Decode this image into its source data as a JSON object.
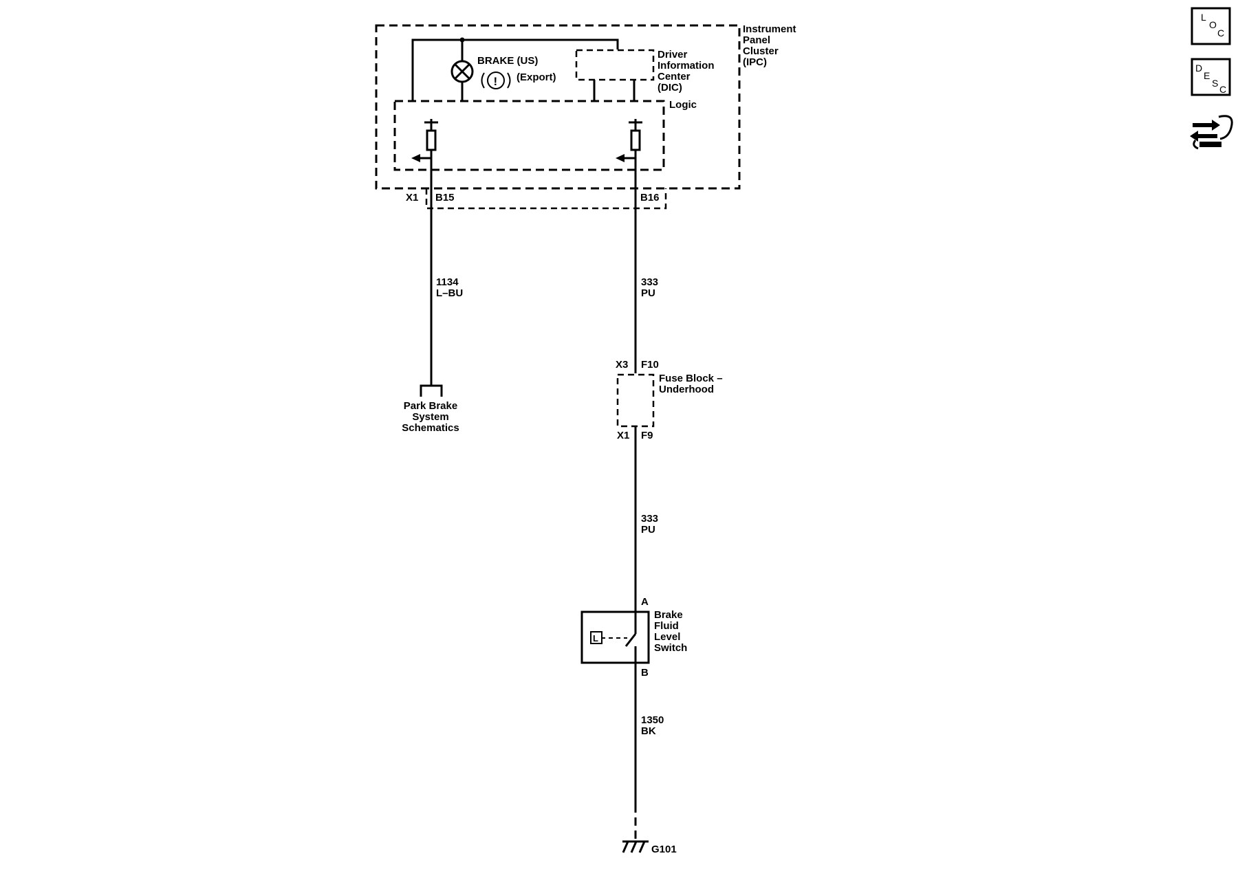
{
  "ipc": {
    "label": [
      "Instrument",
      "Panel",
      "Cluster",
      "(IPC)"
    ],
    "brake_us": "BRAKE (US)",
    "export": "(Export)",
    "dic": [
      "Driver",
      "Information",
      "Center",
      "(DIC)"
    ],
    "logic": "Logic",
    "connector_x1": "X1",
    "pin_b15": "B15",
    "pin_b16": "B16"
  },
  "wires": {
    "left_circuit": "1134",
    "left_color": "L–BU",
    "right_circuit_1": "333",
    "right_color_1": "PU",
    "right_circuit_2": "333",
    "right_color_2": "PU",
    "ground_circuit": "1350",
    "ground_color": "BK"
  },
  "park_brake": [
    "Park Brake",
    "System",
    "Schematics"
  ],
  "fuse_block": {
    "label": [
      "Fuse Block –",
      "Underhood"
    ],
    "top_connector": "X3",
    "top_pin": "F10",
    "bottom_connector": "X1",
    "bottom_pin": "F9"
  },
  "switch": {
    "label": [
      "Brake",
      "Fluid",
      "Level",
      "Switch"
    ],
    "pin_a": "A",
    "pin_b": "B",
    "symbol": "L"
  },
  "ground": {
    "label": "G101"
  },
  "side_icons": {
    "loc": [
      "L",
      "O",
      "C"
    ],
    "desc": [
      "D",
      "E",
      "S",
      "C"
    ],
    "connector_icon": "connector-wrench-icon"
  }
}
